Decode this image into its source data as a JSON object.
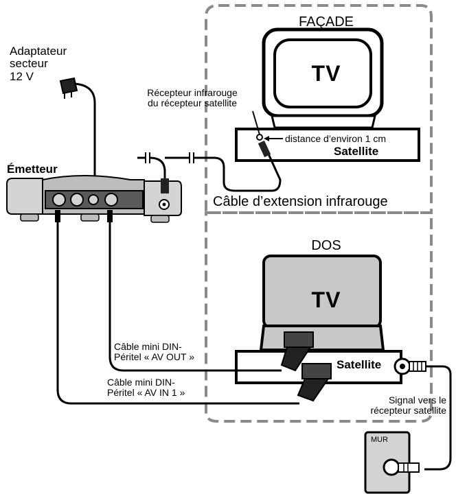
{
  "labels": {
    "facade": "FAÇADE",
    "dos": "DOS",
    "tv_front": "TV",
    "tv_back": "TV",
    "satellite_front": "Satellite",
    "satellite_back": "Satellite",
    "distance": "distance d’environ 1 cm",
    "ir_receiver_line1": "Récepteur infrarouge",
    "ir_receiver_line2": "du récepteur satellite",
    "adapter_line1": "Adaptateur",
    "adapter_line2": "secteur",
    "adapter_line3": "12 V",
    "emitter": "Émetteur",
    "ir_cable": "Câble d’extension infrarouge",
    "cable_out_line1": "Câble mini DIN-",
    "cable_out_line2": "Péritel « AV OUT »",
    "cable_in_line1": "Câble mini DIN-",
    "cable_in_line2": "Péritel « AV IN 1 »",
    "signal_line1": "Signal vers le",
    "signal_line2": "récepteur satellite",
    "wall": "MUR"
  },
  "colors": {
    "ink": "#000000",
    "dashed_border": "#8a8a8a",
    "device_grey": "#d4d4d4",
    "device_dark": "#5a5a5a",
    "screen_back": "#c8c8c8"
  }
}
